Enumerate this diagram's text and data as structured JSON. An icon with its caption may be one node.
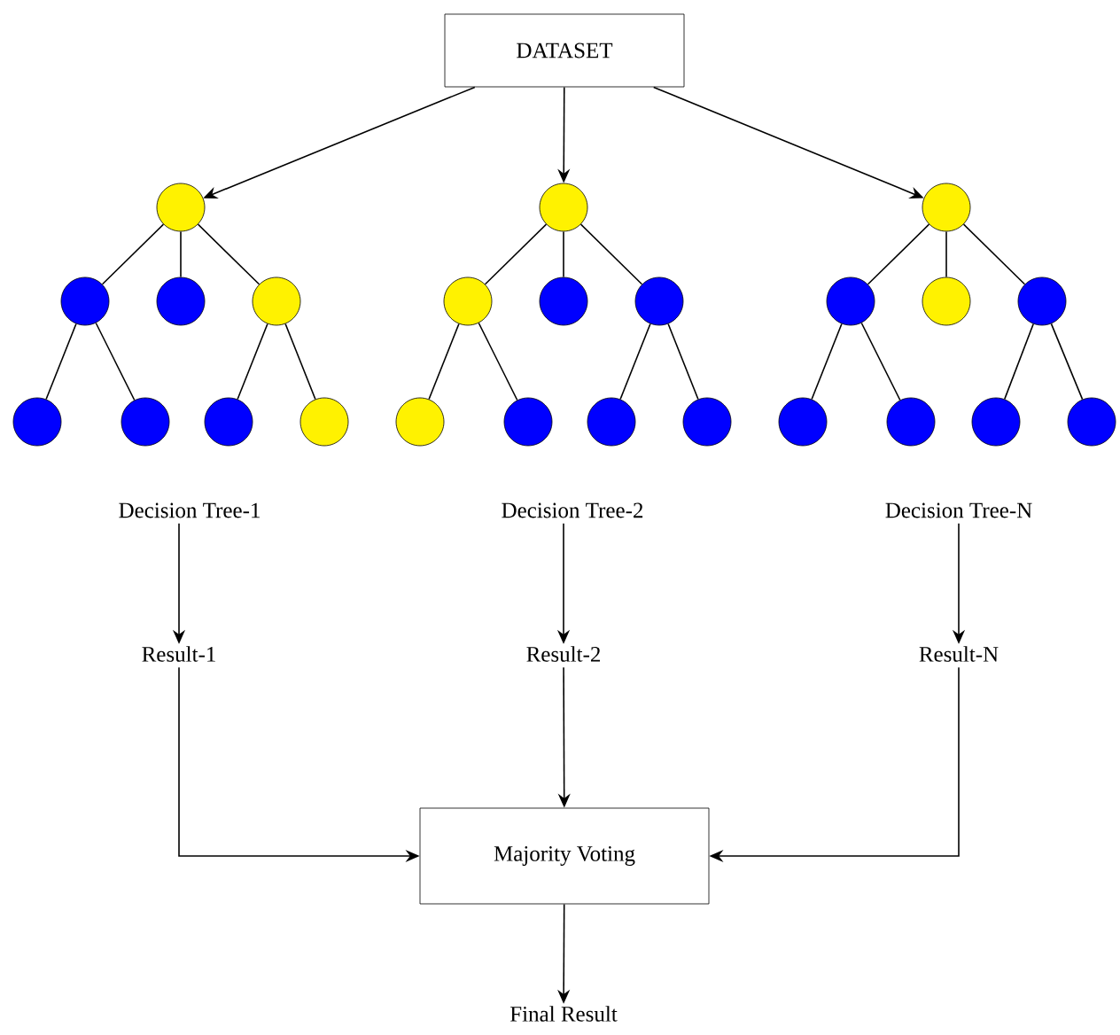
{
  "diagram": {
    "nodes": [
      {
        "text": [
          "DATASET"
        ]
      },
      {
        "text": [],
        "shape": "circle"
      },
      {
        "text": [],
        "shape": "circle"
      },
      {
        "text": [],
        "shape": "circle"
      },
      {
        "text": [],
        "shape": "circle"
      },
      {
        "text": [],
        "shape": "circle"
      },
      {
        "text": [],
        "shape": "circle"
      },
      {
        "text": [],
        "shape": "circle"
      },
      {
        "text": [],
        "shape": "circle"
      },
      {
        "text": [],
        "shape": "circle"
      },
      {
        "text": [],
        "shape": "circle"
      },
      {
        "text": [],
        "shape": "circle"
      },
      {
        "text": [],
        "shape": "circle"
      },
      {
        "text": [],
        "shape": "circle"
      },
      {
        "text": [],
        "shape": "circle"
      },
      {
        "text": [],
        "shape": "circle"
      },
      {
        "text": [],
        "shape": "circle"
      },
      {
        "text": [],
        "shape": "circle"
      },
      {
        "text": [],
        "shape": "circle"
      },
      {
        "text": [],
        "shape": "circle"
      },
      {
        "text": [],
        "shape": "circle"
      },
      {
        "text": [],
        "shape": "circle"
      },
      {
        "text": [],
        "shape": "circle"
      },
      {
        "text": [],
        "shape": "circle"
      },
      {
        "text": [],
        "shape": "circle"
      },
      {
        "text": [
          "Decision Tree-1"
        ]
      },
      {
        "text": [
          "Decision Tree-2"
        ]
      },
      {
        "text": [
          "Decision Tree-N"
        ]
      },
      {
        "text": [
          "Result-1"
        ]
      },
      {
        "text": [
          "Result-2"
        ]
      },
      {
        "text": [
          "Result-N"
        ]
      },
      {
        "text": [
          "Majority Voting"
        ]
      },
      {
        "text": [
          "Final Result"
        ]
      }
    ],
    "edges": [
      {
        "from": 0,
        "to": 1,
        "arrow": "to"
      },
      {
        "from": 0,
        "to": 2,
        "arrow": "to"
      },
      {
        "from": 0,
        "to": 3,
        "arrow": "to"
      },
      {
        "from": 1,
        "to": 4,
        "arrow": "none"
      },
      {
        "from": 1,
        "to": 5,
        "arrow": "none"
      },
      {
        "from": 1,
        "to": 6,
        "arrow": "none"
      },
      {
        "from": 4,
        "to": 13,
        "arrow": "none"
      },
      {
        "from": 4,
        "to": 14,
        "arrow": "none"
      },
      {
        "from": 6,
        "to": 15,
        "arrow": "none"
      },
      {
        "from": 6,
        "to": 16,
        "arrow": "none"
      },
      {
        "from": 2,
        "to": 7,
        "arrow": "none"
      },
      {
        "from": 2,
        "to": 8,
        "arrow": "none"
      },
      {
        "from": 2,
        "to": 9,
        "arrow": "none"
      },
      {
        "from": 7,
        "to": 17,
        "arrow": "none"
      },
      {
        "from": 7,
        "to": 18,
        "arrow": "none"
      },
      {
        "from": 9,
        "to": 19,
        "arrow": "none"
      },
      {
        "from": 9,
        "to": 20,
        "arrow": "none"
      },
      {
        "from": 3,
        "to": 10,
        "arrow": "none"
      },
      {
        "from": 3,
        "to": 11,
        "arrow": "none"
      },
      {
        "from": 3,
        "to": 12,
        "arrow": "none"
      },
      {
        "from": 10,
        "to": 21,
        "arrow": "none"
      },
      {
        "from": 10,
        "to": 22,
        "arrow": "none"
      },
      {
        "from": 12,
        "to": 23,
        "arrow": "none"
      },
      {
        "from": 12,
        "to": 24,
        "arrow": "none"
      },
      {
        "from": 25,
        "to": 28,
        "arrow": "to"
      },
      {
        "from": 26,
        "to": 29,
        "arrow": "to"
      },
      {
        "from": 27,
        "to": 30,
        "arrow": "to"
      },
      {
        "from": 28,
        "to": 31,
        "arrow": "to"
      },
      {
        "from": 29,
        "to": 31,
        "arrow": "to"
      },
      {
        "from": 30,
        "to": 31,
        "arrow": "to"
      },
      {
        "from": 31,
        "to": 32,
        "arrow": "to"
      }
    ]
  }
}
